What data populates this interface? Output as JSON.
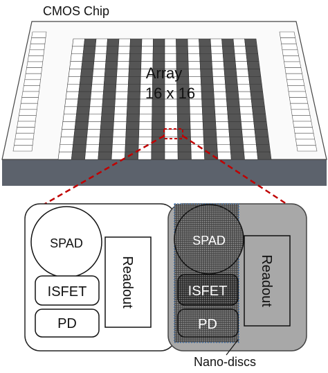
{
  "chip_label": "CMOS Chip",
  "array": {
    "title": "Array",
    "size_label": "16 x 16",
    "rows": 16,
    "cols": 16
  },
  "pixel_plain": {
    "spad": "SPAD",
    "isfet": "ISFET",
    "pd": "PD",
    "readout": "Readout"
  },
  "pixel_nanodiscs": {
    "spad": "SPAD",
    "isfet": "ISFET",
    "pd": "PD",
    "readout": "Readout"
  },
  "nanodiscs_label": "Nano-discs",
  "colors": {
    "chip_top": "#fafafa",
    "chip_side": "#606670",
    "cell_dark": "#555555",
    "cell_light": "#ffffff",
    "zoom_marker": "#c00000",
    "panel_gray": "#a8a8a8",
    "nanodisc_dark": "#3c3c3c"
  }
}
